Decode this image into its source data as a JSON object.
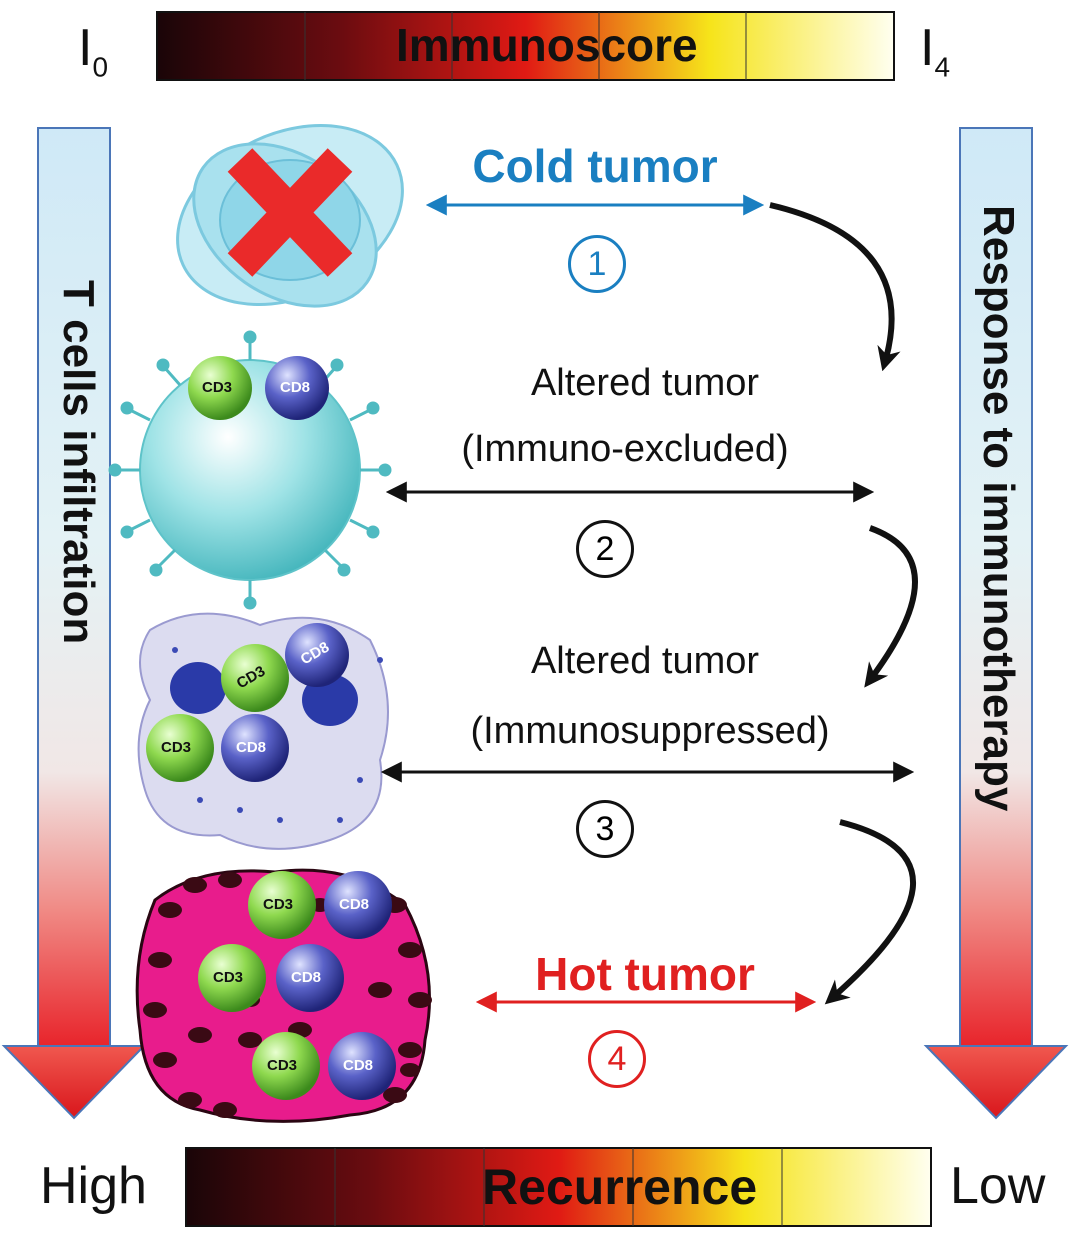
{
  "top_bar": {
    "label": "Immunoscore",
    "left_label_main": "I",
    "left_label_sub": "0",
    "right_label_main": "I",
    "right_label_sub": "4"
  },
  "bottom_bar": {
    "label": "Recurrence",
    "left_label": "High",
    "right_label": "Low"
  },
  "left_axis": {
    "label": "T cells infiltration"
  },
  "right_axis": {
    "label": "Response to immunotherapy"
  },
  "stages": [
    {
      "title": "Cold tumor",
      "subtitle": "",
      "number": "1",
      "color": "#1a7fc1"
    },
    {
      "title": "Altered tumor",
      "subtitle": "(Immuno-excluded)",
      "number": "2",
      "color": "#111111"
    },
    {
      "title": "Altered tumor",
      "subtitle": "(Immunosuppressed)",
      "number": "3",
      "color": "#111111"
    },
    {
      "title": "Hot tumor",
      "subtitle": "",
      "number": "4",
      "color": "#e02020"
    }
  ],
  "cells": {
    "cd3": "CD3",
    "cd8": "CD8"
  },
  "colors": {
    "cold": "#1a7fc1",
    "hot": "#e02020",
    "arrow_top": "#cfe9f7",
    "arrow_bottom": "#e8232a"
  }
}
